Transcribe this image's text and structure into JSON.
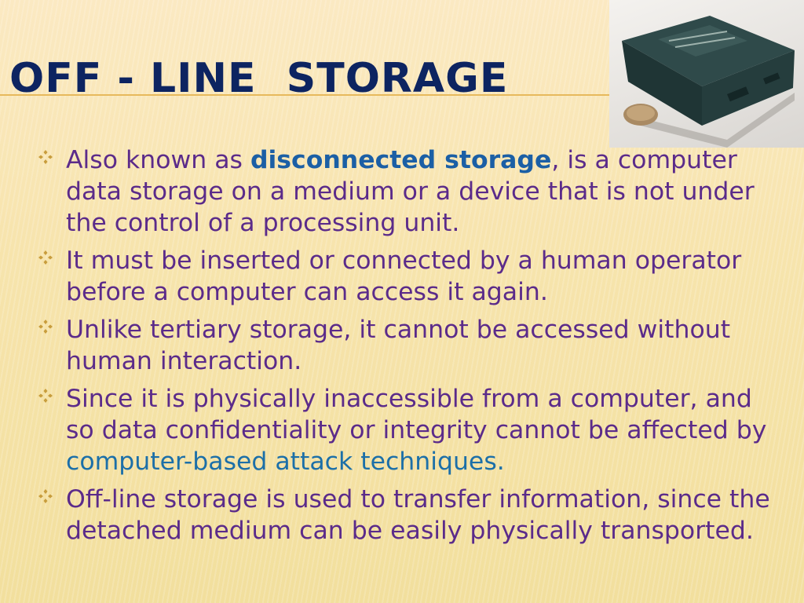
{
  "slide": {
    "title": "OFF - LINE  STORAGE",
    "image_icon": "tape-cartridge-photo-icon",
    "bullet_icon": "four-diamond-bullet-icon",
    "colors": {
      "title": "#0d2461",
      "text": "#5b2b8a",
      "highlight": "#1b5fa5",
      "link": "#1c6fa8",
      "bullet": "#c89d3c",
      "rule": "#e7b95c"
    },
    "bullets": [
      {
        "pre": "Also known as ",
        "highlight": "disconnected storage",
        "post": ", is a computer data storage on a medium or a device that is not under the control of a processing unit."
      },
      {
        "text": "It must be inserted or connected by a human operator before a computer can access it again."
      },
      {
        "text": "Unlike tertiary storage, it cannot be accessed without human interaction."
      },
      {
        "pre": "Since it is physically inaccessible from a computer, and so data confidentiality or integrity cannot be affected by ",
        "link": "computer-based attack techniques."
      },
      {
        "text": "Off-line storage is used to transfer information, since the detached medium can be easily physically transported."
      }
    ]
  }
}
